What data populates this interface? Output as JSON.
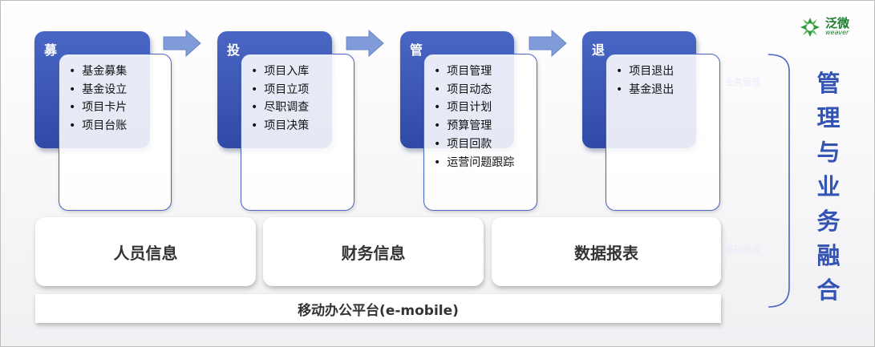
{
  "stages": [
    {
      "title": "募",
      "items": [
        "基金募集",
        "基金设立",
        "项目卡片",
        "项目台账"
      ]
    },
    {
      "title": "投",
      "items": [
        "项目入库",
        "项目立项",
        "尽职调查",
        "项目决策"
      ]
    },
    {
      "title": "管",
      "items": [
        "项目管理",
        "项目动态",
        "项目计划",
        "预算管理",
        "项目回款",
        "运营问题跟踪"
      ]
    },
    {
      "title": "退",
      "items": [
        "项目退出",
        "基金退出"
      ]
    }
  ],
  "info_boxes": [
    "人员信息",
    "财务信息",
    "数据报表"
  ],
  "platform": "移动办公平台(e-mobile)",
  "side_title": "管理与业务融合",
  "ghost_text": [
    "业务管理",
    "基础管理"
  ],
  "logo": {
    "text": "泛微",
    "sub": "weaver"
  },
  "colors": {
    "stage_blue": "#3652b0",
    "arrow_blue": "#7f9bd8",
    "title_blue": "#3454b4",
    "logo_green": "#2f9b3f"
  }
}
